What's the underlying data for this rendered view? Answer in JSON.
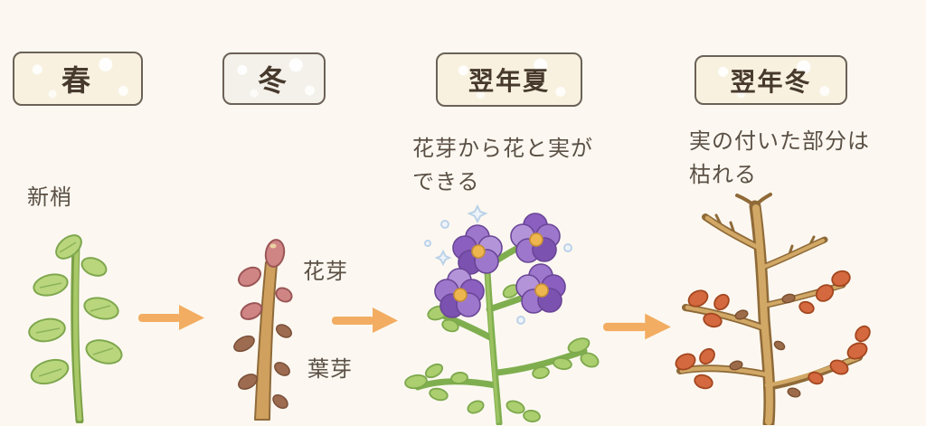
{
  "colors": {
    "background": "#fcf8f1",
    "box_fill": "#f8f1df",
    "box_fill_alt": "#f4f1ea",
    "box_border": "#6b6157",
    "kanji_color": "#473a2d",
    "note_color": "#5b5045",
    "arrow_accent": "#f2ad62",
    "spring_green": "#b5d47a",
    "bud_pink": "#d08585",
    "flower_purple": "#8a5fc0",
    "withered_brown": "#d2a866",
    "berry_red": "#d4693f"
  },
  "stages": [
    {
      "season_label": "春",
      "annotation": "新梢"
    },
    {
      "season_label": "冬",
      "bud_top_label": "花芽",
      "bud_bottom_label": "葉芽"
    },
    {
      "season_label": "翌年夏",
      "annotation": "花芽から花と実ができる"
    },
    {
      "season_label": "翌年冬",
      "annotation": "実の付いた部分は枯れる"
    }
  ]
}
